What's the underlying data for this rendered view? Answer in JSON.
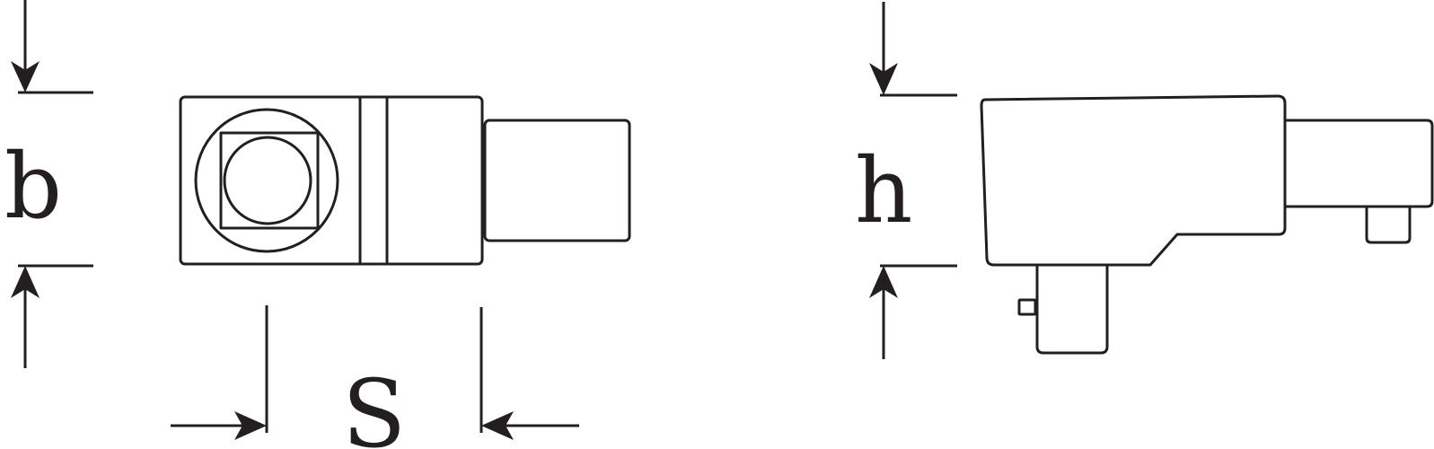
{
  "labels": {
    "width": "b",
    "height": "h",
    "square_drive": "S"
  }
}
